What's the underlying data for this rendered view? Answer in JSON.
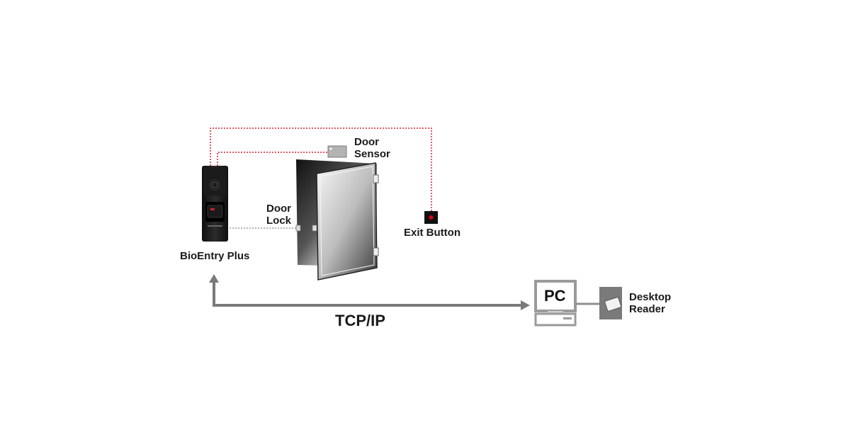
{
  "labels": {
    "door_sensor": [
      "Door",
      "Sensor"
    ],
    "door_lock": [
      "Door",
      "Lock"
    ],
    "exit_button": "Exit Button",
    "device": "BioEntry Plus",
    "network": "TCP/IP",
    "pc": "PC",
    "desktop_reader": [
      "Desktop",
      "Reader"
    ]
  },
  "colors": {
    "signal_wire": "#d9232d",
    "lock_wire": "#9a9a9a",
    "network_link": "#7a7a7a",
    "device_body": "#1c1c1c",
    "exit_button_dot": "#e0001a"
  },
  "icons": {
    "device": "fingerprint-reader-icon",
    "door": "door-icon",
    "sensor": "door-sensor-icon",
    "exit": "exit-button-icon",
    "pc": "computer-icon",
    "reader": "card-reader-icon"
  }
}
